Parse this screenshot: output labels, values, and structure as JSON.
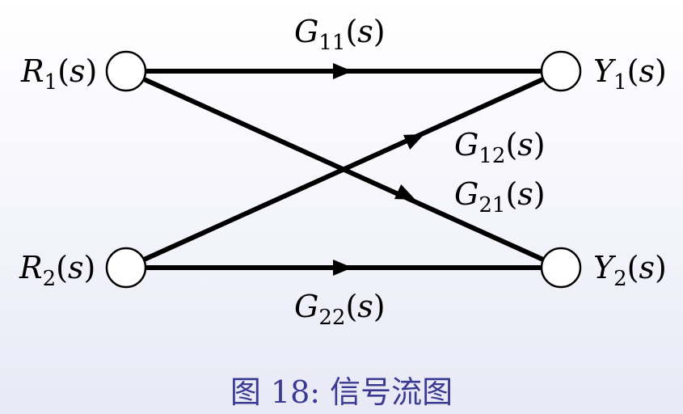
{
  "nodes": {
    "r1": {
      "name": "R",
      "sub": "1",
      "arg": "s"
    },
    "r2": {
      "name": "R",
      "sub": "2",
      "arg": "s"
    },
    "y1": {
      "name": "Y",
      "sub": "1",
      "arg": "s"
    },
    "y2": {
      "name": "Y",
      "sub": "2",
      "arg": "s"
    }
  },
  "edges": {
    "g11": {
      "name": "G",
      "sub": "11",
      "arg": "s",
      "from": "R1",
      "to": "Y1"
    },
    "g12": {
      "name": "G",
      "sub": "12",
      "arg": "s",
      "from": "R2",
      "to": "Y1"
    },
    "g21": {
      "name": "G",
      "sub": "21",
      "arg": "s",
      "from": "R1",
      "to": "Y2"
    },
    "g22": {
      "name": "G",
      "sub": "22",
      "arg": "s",
      "from": "R2",
      "to": "Y2"
    }
  },
  "caption": {
    "prefix": "图",
    "number": "18:",
    "text": "信号流图"
  },
  "colors": {
    "caption": "#3a3a92",
    "lines": "#000000"
  }
}
